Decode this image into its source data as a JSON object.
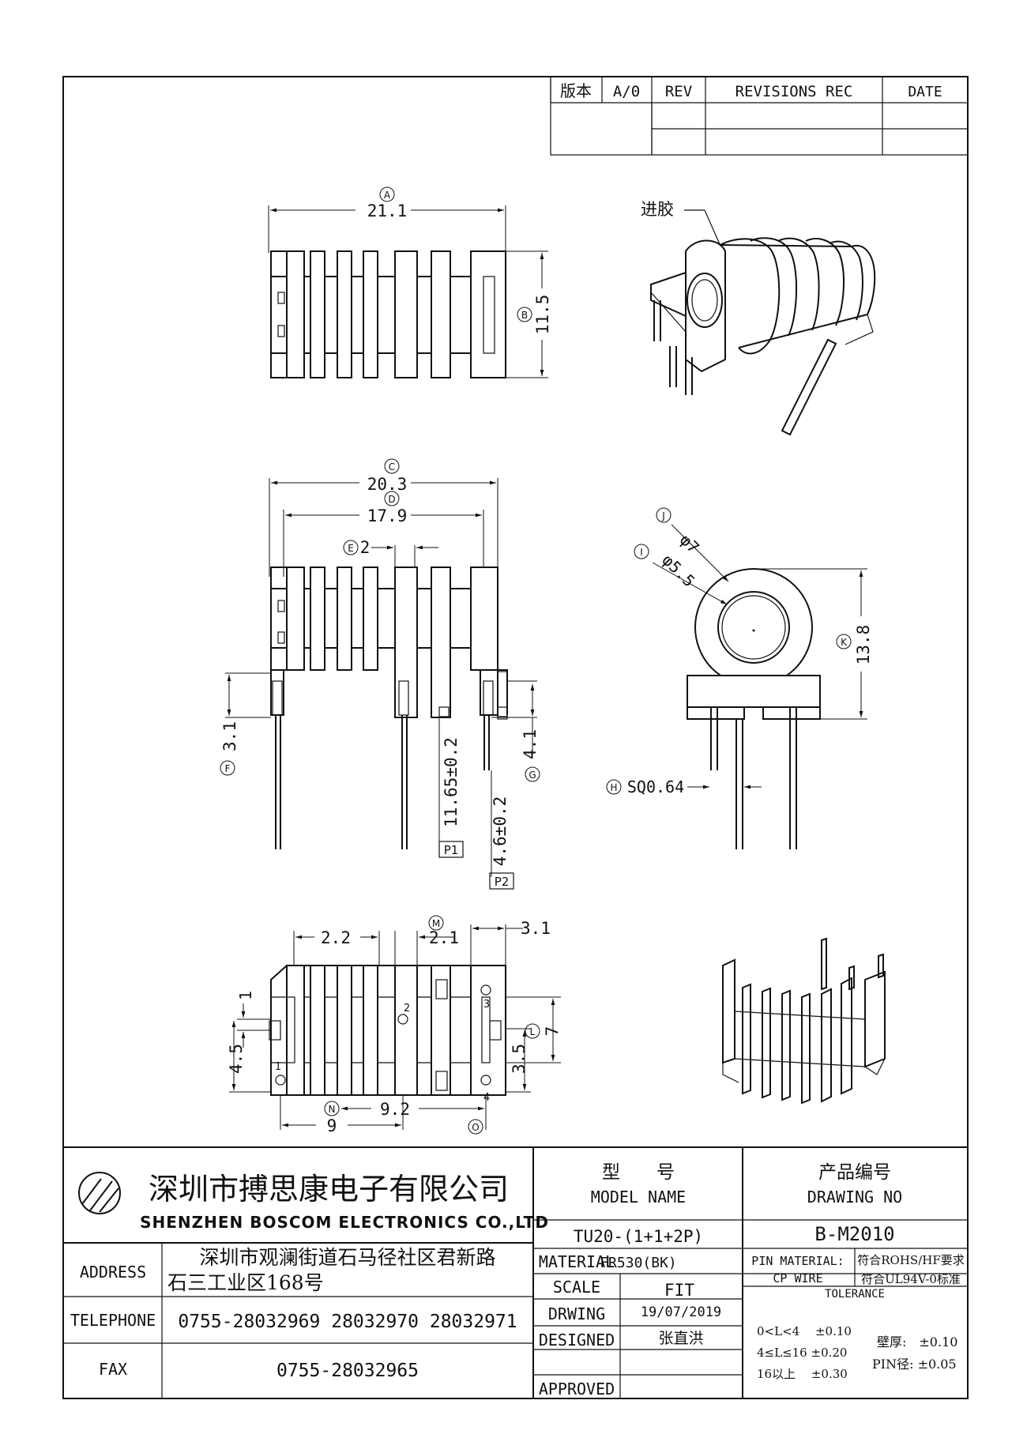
{
  "revision_block": {
    "version_label": "版本",
    "version_value": "A/0",
    "rev_label": "REV",
    "revisions_label": "REVISIONS REC",
    "date_label": "DATE"
  },
  "top_view": {
    "dim_a_marker": "A",
    "dim_a_value": "21.1",
    "dim_b_marker": "B",
    "dim_b_value": "11.5"
  },
  "iso_view_top": {
    "note": "进胶"
  },
  "front_view": {
    "dim_c_marker": "C",
    "dim_c_value": "20.3",
    "dim_d_marker": "D",
    "dim_d_value": "17.9",
    "dim_e_marker": "E",
    "dim_e_value": "2",
    "dim_f_marker": "F",
    "dim_f_value": "3.1",
    "dim_g_marker": "G",
    "dim_g_value": "4.1",
    "dim_p1_value": "11.65±0.2",
    "dim_p1_tag": "P1",
    "dim_p2_value": "4.6±0.2",
    "dim_p2_tag": "P2"
  },
  "side_view": {
    "dim_j_marker": "J",
    "dim_j_value": "φ7",
    "dim_i_marker": "I",
    "dim_i_value": "φ5.5",
    "dim_k_marker": "K",
    "dim_k_value": "13.8",
    "dim_h_marker": "H",
    "dim_h_value": "SQ0.64"
  },
  "bottom_view": {
    "dim_22_value": "2.2",
    "dim_m_marker": "M",
    "dim_m_value": "2.1",
    "dim_31_value": "3.1",
    "dim_1_value": "1",
    "dim_45_value": "4.5",
    "dim_l_marker": "L",
    "dim_l_value": "7",
    "dim_35_value": "3.5",
    "dim_n_marker": "N",
    "dim_n_value": "9",
    "dim_o_marker": "O",
    "dim_o_value": "9.2",
    "pin1": "1",
    "pin2": "2",
    "pin3": "3",
    "pin4": "4"
  },
  "title_block": {
    "company_cn": "深圳市搏思康电子有限公司",
    "company_en": "SHENZHEN BOSCOM ELECTRONICS CO.,LTD",
    "model_cn": "型　　号",
    "model_en": "MODEL NAME",
    "drawing_no_cn": "产品编号",
    "drawing_no_en": "DRAWING NO",
    "model_value": "TU20-(1+1+2P)",
    "drawing_no_value": "B-M2010",
    "address_label": "ADDRESS",
    "address_line1": "深圳市观澜街道石马径社区君新路",
    "address_line2": "石三工业区168号",
    "telephone_label": "TELEPHONE",
    "telephone_value": "0755-28032969 28032970 28032971",
    "fax_label": "FAX",
    "fax_value": "0755-28032965",
    "material_label": "MATERIAL",
    "material_value": "FR530(BK)",
    "scale_label": "SCALE",
    "scale_value": "FIT",
    "drawing_label": "DRWING",
    "drawing_value": "19/07/2019",
    "designed_label": "DESIGNED",
    "designed_value": "张直洪",
    "approved_label": "APPROVED",
    "pin_material_label": "PIN MATERIAL:",
    "pin_material_value": "CP WIRE",
    "rohs_value": "符合ROHS/HF要求",
    "ul_value": "符合UL94V-0标准",
    "tolerance_label": "TOLERANCE",
    "tol_row1": "0<L<4　 ±0.10",
    "tol_row2": "4≤L≤16 ±0.20",
    "tol_row3": "16以上　 ±0.30",
    "wall_tol": "壁厚:　±0.10",
    "pin_tol": "PIN径: ±0.05"
  }
}
